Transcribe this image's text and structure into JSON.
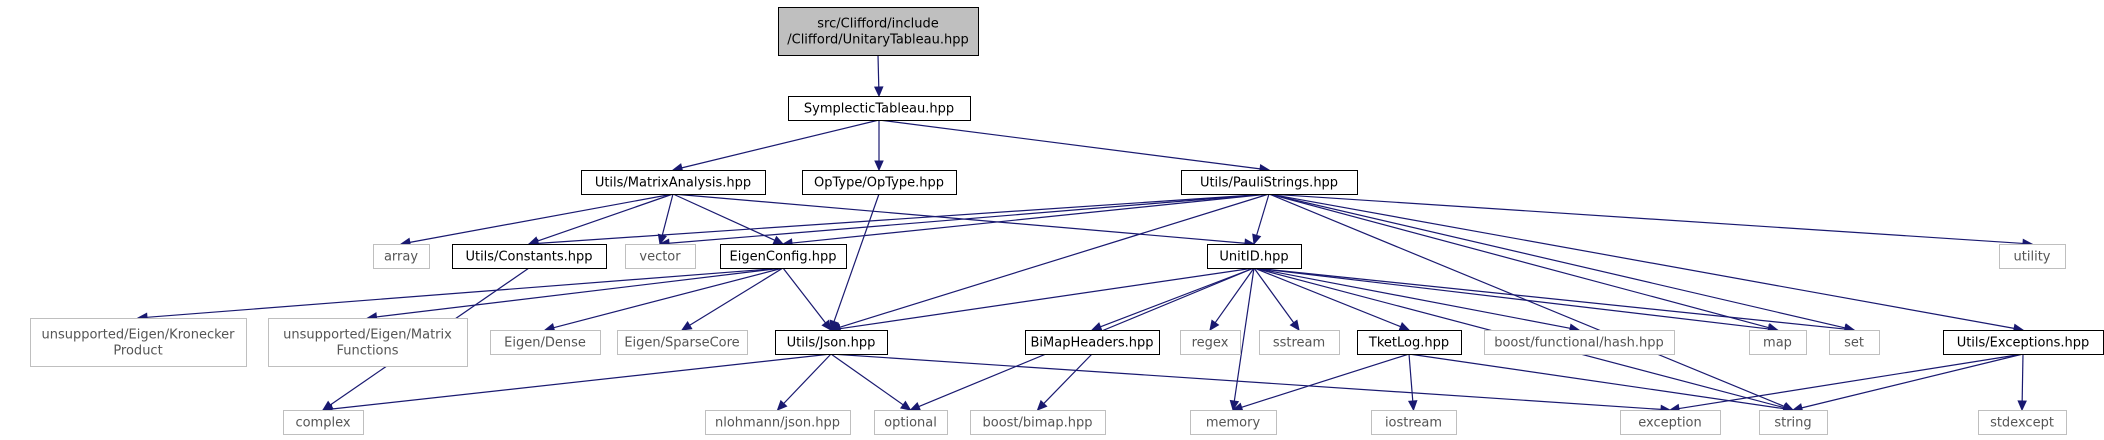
{
  "diagram": {
    "nodes": [
      {
        "id": "root",
        "lines": [
          "src/Clifford/include",
          "/Clifford/UnitaryTableau.hpp"
        ],
        "kind": "root"
      },
      {
        "id": "symplectic",
        "lines": [
          "SymplecticTableau.hpp"
        ],
        "kind": "local"
      },
      {
        "id": "matrixanalysis",
        "lines": [
          "Utils/MatrixAnalysis.hpp"
        ],
        "kind": "local"
      },
      {
        "id": "optype",
        "lines": [
          "OpType/OpType.hpp"
        ],
        "kind": "local"
      },
      {
        "id": "paulistrings",
        "lines": [
          "Utils/PauliStrings.hpp"
        ],
        "kind": "local"
      },
      {
        "id": "array",
        "lines": [
          "array"
        ],
        "kind": "system"
      },
      {
        "id": "constants",
        "lines": [
          "Utils/Constants.hpp"
        ],
        "kind": "local"
      },
      {
        "id": "vector",
        "lines": [
          "vector"
        ],
        "kind": "system"
      },
      {
        "id": "eigenconfig",
        "lines": [
          "EigenConfig.hpp"
        ],
        "kind": "local"
      },
      {
        "id": "unitid",
        "lines": [
          "UnitID.hpp"
        ],
        "kind": "local"
      },
      {
        "id": "utility",
        "lines": [
          "utility"
        ],
        "kind": "system"
      },
      {
        "id": "kronecker",
        "lines": [
          "unsupported/Eigen/Kronecker",
          "Product"
        ],
        "kind": "system"
      },
      {
        "id": "matrixfunctions",
        "lines": [
          "unsupported/Eigen/Matrix",
          "Functions"
        ],
        "kind": "system"
      },
      {
        "id": "eigendense",
        "lines": [
          "Eigen/Dense"
        ],
        "kind": "system"
      },
      {
        "id": "sparsecore",
        "lines": [
          "Eigen/SparseCore"
        ],
        "kind": "system"
      },
      {
        "id": "json",
        "lines": [
          "Utils/Json.hpp"
        ],
        "kind": "local"
      },
      {
        "id": "bimapheaders",
        "lines": [
          "BiMapHeaders.hpp"
        ],
        "kind": "local"
      },
      {
        "id": "regex",
        "lines": [
          "regex"
        ],
        "kind": "system"
      },
      {
        "id": "sstream",
        "lines": [
          "sstream"
        ],
        "kind": "system"
      },
      {
        "id": "tketlog",
        "lines": [
          "TketLog.hpp"
        ],
        "kind": "local"
      },
      {
        "id": "functionalhash",
        "lines": [
          "boost/functional/hash.hpp"
        ],
        "kind": "system"
      },
      {
        "id": "map",
        "lines": [
          "map"
        ],
        "kind": "system"
      },
      {
        "id": "set",
        "lines": [
          "set"
        ],
        "kind": "system"
      },
      {
        "id": "exceptions",
        "lines": [
          "Utils/Exceptions.hpp"
        ],
        "kind": "local"
      },
      {
        "id": "complex",
        "lines": [
          "complex"
        ],
        "kind": "system"
      },
      {
        "id": "nlohmann",
        "lines": [
          "nlohmann/json.hpp"
        ],
        "kind": "system"
      },
      {
        "id": "optional",
        "lines": [
          "optional"
        ],
        "kind": "system"
      },
      {
        "id": "bimap",
        "lines": [
          "boost/bimap.hpp"
        ],
        "kind": "system"
      },
      {
        "id": "memory",
        "lines": [
          "memory"
        ],
        "kind": "system"
      },
      {
        "id": "iostream",
        "lines": [
          "iostream"
        ],
        "kind": "system"
      },
      {
        "id": "exception",
        "lines": [
          "exception"
        ],
        "kind": "system"
      },
      {
        "id": "string",
        "lines": [
          "string"
        ],
        "kind": "system"
      },
      {
        "id": "stdexcept",
        "lines": [
          "stdexcept"
        ],
        "kind": "system"
      }
    ],
    "edges": [
      [
        "root",
        "symplectic"
      ],
      [
        "symplectic",
        "matrixanalysis"
      ],
      [
        "symplectic",
        "optype"
      ],
      [
        "symplectic",
        "paulistrings"
      ],
      [
        "matrixanalysis",
        "array"
      ],
      [
        "matrixanalysis",
        "constants"
      ],
      [
        "matrixanalysis",
        "vector"
      ],
      [
        "matrixanalysis",
        "eigenconfig"
      ],
      [
        "matrixanalysis",
        "unitid"
      ],
      [
        "optype",
        "json"
      ],
      [
        "paulistrings",
        "constants"
      ],
      [
        "paulistrings",
        "vector"
      ],
      [
        "paulistrings",
        "eigenconfig"
      ],
      [
        "paulistrings",
        "unitid"
      ],
      [
        "paulistrings",
        "json"
      ],
      [
        "paulistrings",
        "map"
      ],
      [
        "paulistrings",
        "set"
      ],
      [
        "paulistrings",
        "string"
      ],
      [
        "paulistrings",
        "exceptions"
      ],
      [
        "paulistrings",
        "utility"
      ],
      [
        "constants",
        "complex"
      ],
      [
        "eigenconfig",
        "kronecker"
      ],
      [
        "eigenconfig",
        "matrixfunctions"
      ],
      [
        "eigenconfig",
        "eigendense"
      ],
      [
        "eigenconfig",
        "sparsecore"
      ],
      [
        "eigenconfig",
        "json"
      ],
      [
        "unitid",
        "json"
      ],
      [
        "unitid",
        "bimapheaders"
      ],
      [
        "unitid",
        "regex"
      ],
      [
        "unitid",
        "sstream"
      ],
      [
        "unitid",
        "tketlog"
      ],
      [
        "unitid",
        "functionalhash"
      ],
      [
        "unitid",
        "map"
      ],
      [
        "unitid",
        "set"
      ],
      [
        "unitid",
        "optional"
      ],
      [
        "unitid",
        "memory"
      ],
      [
        "unitid",
        "string"
      ],
      [
        "json",
        "complex"
      ],
      [
        "json",
        "nlohmann"
      ],
      [
        "json",
        "optional"
      ],
      [
        "json",
        "exception"
      ],
      [
        "bimapheaders",
        "bimap"
      ],
      [
        "tketlog",
        "memory"
      ],
      [
        "tketlog",
        "iostream"
      ],
      [
        "tketlog",
        "string"
      ],
      [
        "exceptions",
        "exception"
      ],
      [
        "exceptions",
        "string"
      ],
      [
        "exceptions",
        "stdexcept"
      ]
    ],
    "colors": {
      "root_fill": "#bfbfbf",
      "local_border": "#000000",
      "system_border": "#bfbfbf",
      "edge": "#191970",
      "system_text": "#555555"
    }
  }
}
